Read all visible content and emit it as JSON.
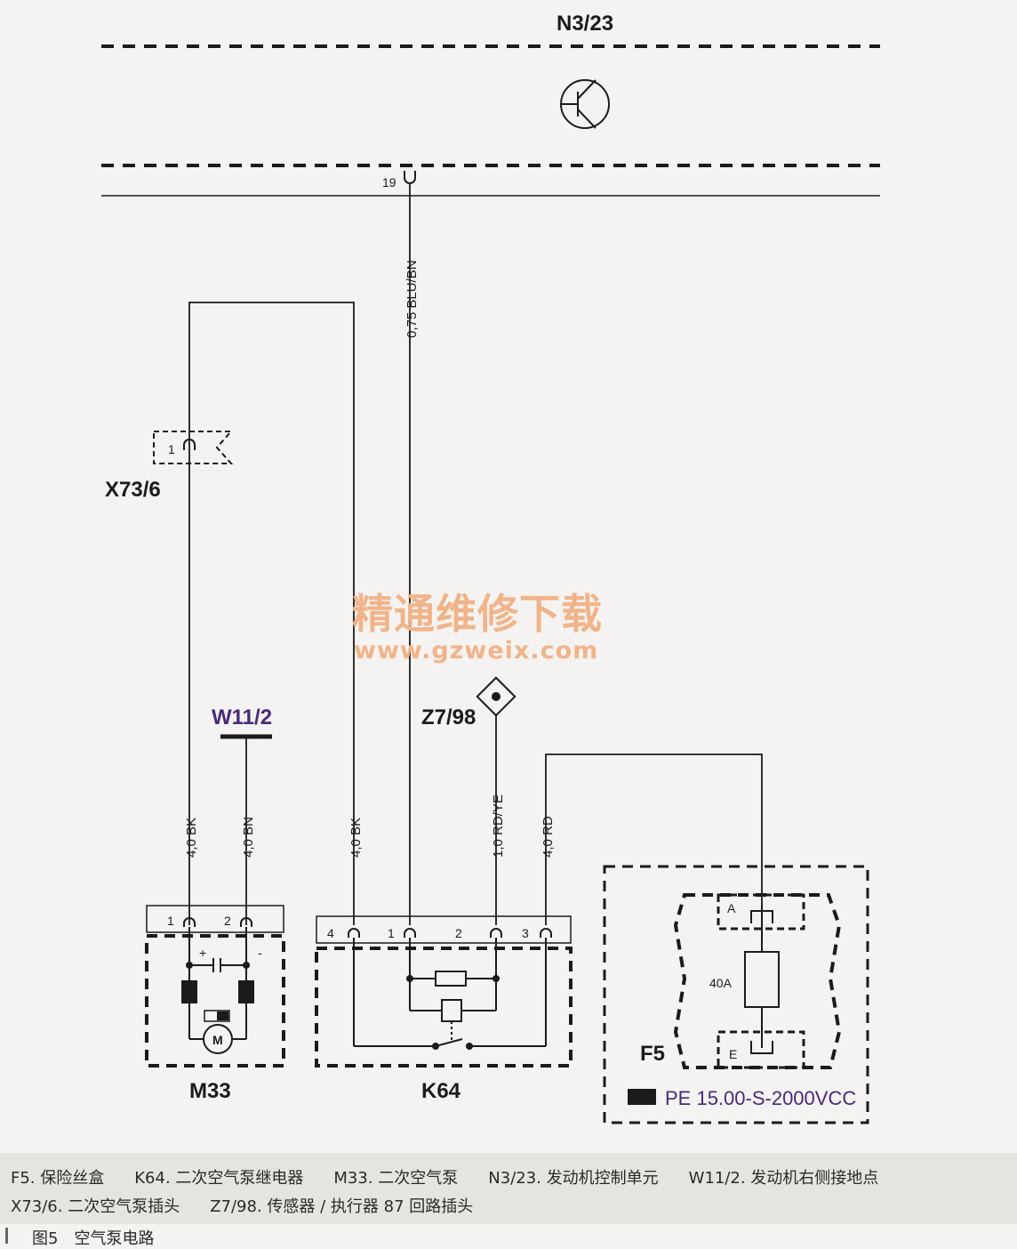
{
  "components": {
    "n3_23": "N3/23",
    "x73_6": "X73/6",
    "w11_2": "W11/2",
    "z7_98": "Z7/98",
    "m33": "M33",
    "k64": "K64",
    "f5": "F5"
  },
  "wires": {
    "blu_bn": "0,75 BLU/BN",
    "m33_bk": "4,0 BK",
    "m33_bn": "4,0 BN",
    "k64_bk": "4,0 BK",
    "k64_rdye": "1,0 RD/YE",
    "k64_rd": "4,0 RD"
  },
  "pins": {
    "n3_23_pin": "19",
    "x73_pin": "1",
    "m33_pin1": "1",
    "m33_pin2": "2",
    "m33_plus": "+",
    "m33_minus": "-",
    "motor": "M",
    "k64_pin4": "4",
    "k64_pin1": "1",
    "k64_pin2": "2",
    "k64_pin3": "3",
    "f5_a": "A",
    "f5_e": "E",
    "fuse_rating": "40A"
  },
  "reference": "PE 15.00-S-2000VCC",
  "watermark": {
    "line1": "精通维修下载",
    "line2": "www.gzweix.com"
  },
  "legend": [
    "F5. 保险丝盒",
    "K64. 二次空气泵继电器",
    "M33. 二次空气泵",
    "N3/23. 发动机控制单元",
    "W11/2. 发动机右侧接地点",
    "X73/6. 二次空气泵插头",
    "Z7/98. 传感器 / 执行器 87 回路插头"
  ],
  "caption": {
    "figure": "图5",
    "title": "空气泵电路"
  },
  "colors": {
    "line": "#1b1b1b",
    "reference_text": "#4a2a7a",
    "watermark": "#f1b48a"
  }
}
